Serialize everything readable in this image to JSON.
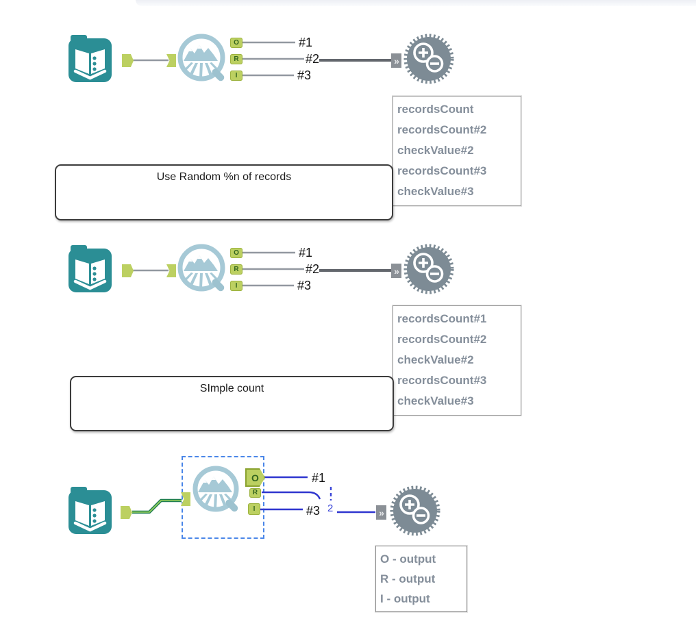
{
  "app": {
    "name": "workflow-canvas"
  },
  "rows": [
    {
      "tool_input": "input-data",
      "tool_sample": "random-percent-sample",
      "tool_count": "count-records",
      "anchors": {
        "o": "O",
        "r": "R",
        "i": "I"
      },
      "labels": {
        "l1": "#1",
        "l2": "#2",
        "l3": "#3"
      },
      "input_arrow": "»",
      "list": [
        "recordsCount",
        "recordsCount#2",
        "checkValue#2",
        "recordsCount#3",
        "checkValue#3"
      ]
    },
    {
      "tool_input": "input-data",
      "tool_sample": "random-percent-sample",
      "tool_count": "count-records",
      "anchors": {
        "o": "O",
        "r": "R",
        "i": "I"
      },
      "labels": {
        "l1": "#1",
        "l2": "#2",
        "l3": "#3"
      },
      "input_arrow": "»",
      "list": [
        "recordsCount#1",
        "recordsCount#2",
        "checkValue#2",
        "recordsCount#3",
        "checkValue#3"
      ]
    },
    {
      "tool_input": "input-data",
      "tool_sample": "random-percent-sample",
      "tool_count": "count-records",
      "anchors": {
        "o": "O",
        "r": "R",
        "i": "I"
      },
      "labels": {
        "l1": "#1",
        "l3": "#3",
        "seq": "2"
      },
      "input_arrow": "»",
      "list": [
        "O - output",
        "R - output",
        "I - output"
      ],
      "selected": true
    }
  ],
  "comments": [
    {
      "text": "Use Random %n of records"
    },
    {
      "text": "SImple count"
    }
  ],
  "colors": {
    "teal": "#2b8e95",
    "tool_blue": "#a6c9d6",
    "anchor_green": "#bcd061",
    "anchor_text": "#33651f",
    "gear_gray": "#7d8b95",
    "wire_gray": "#9298a0",
    "wire_dark": "#63676d",
    "wire_blue": "#2f36cf",
    "wire_green": "#1e7d50",
    "selection_blue": "#4a86e8",
    "list_text": "#848e9a"
  }
}
